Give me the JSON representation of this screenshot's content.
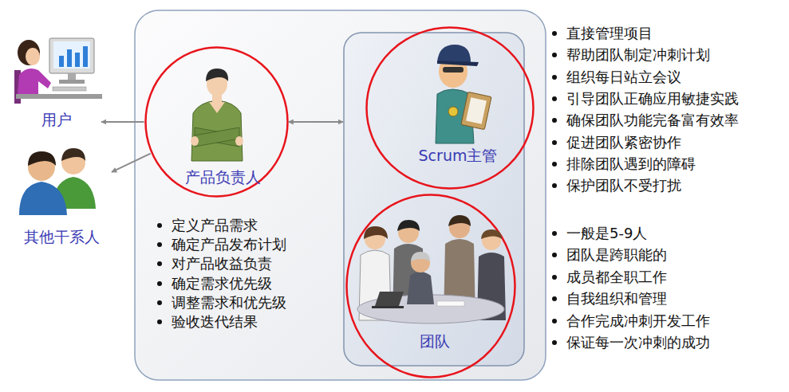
{
  "diagram": {
    "nodes": [
      {
        "text": [
          "用户"
        ]
      },
      {
        "text": [
          "其他干系人"
        ]
      },
      {
        "text": []
      },
      {
        "text": [
          "产品负责人"
        ],
        "in": 2
      },
      {
        "text": [],
        "in": 2
      },
      {
        "text": [
          "Scrum主管"
        ],
        "in": 4
      },
      {
        "text": [
          "团队"
        ],
        "in": 4
      }
    ],
    "edges": [
      {
        "from": 3,
        "to": 0,
        "arrow": "to"
      },
      {
        "from": 3,
        "to": 1,
        "arrow": "to"
      },
      {
        "from": 3,
        "to": 4,
        "arrow": "both"
      }
    ],
    "labels": [
      "定义产品需求",
      "确定产品发布计划",
      "对产品收益负责",
      "确定需求优先级",
      "调整需求和优先级",
      "验收迭代结果",
      "直接管理项目",
      "帮助团队制定冲刺计划",
      "组织每日站立会议",
      "引导团队正确应用敏捷实践",
      "确保团队功能完备富有效率",
      "促进团队紧密协作",
      "排除团队遇到的障碍",
      "保护团队不受打扰",
      "一般是5-9人",
      "团队是跨职能的",
      "成员都全职工作",
      "自我组织和管理",
      "合作完成冲刺开发工作",
      "保证每一次冲刺的成功"
    ]
  }
}
